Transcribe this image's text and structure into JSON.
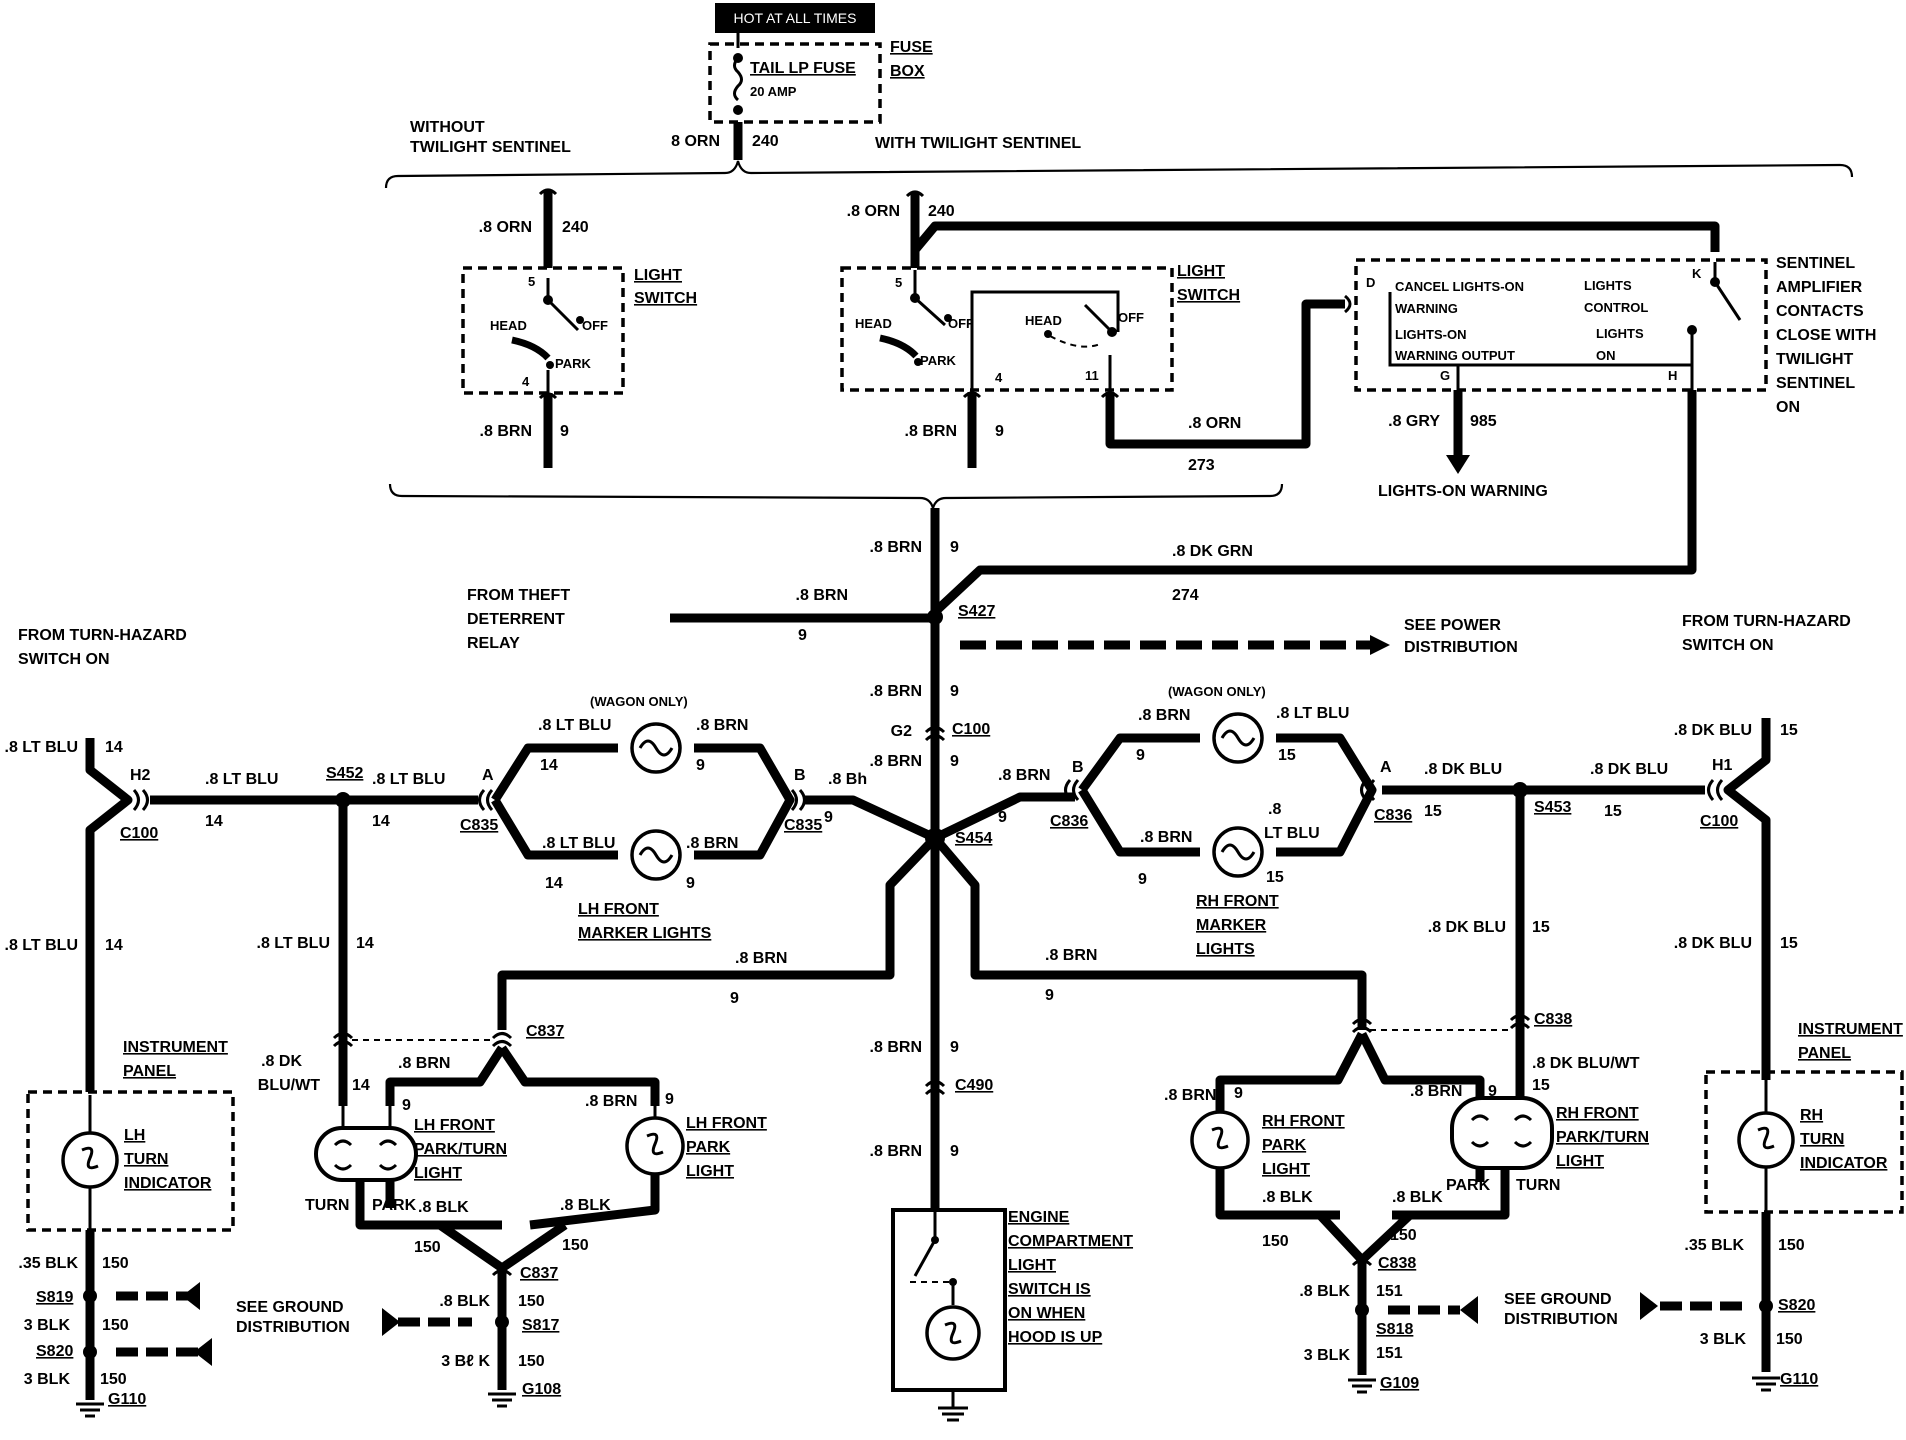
{
  "header": {
    "hot": "HOT AT ALL TIMES",
    "fuse_name": "TAIL LP FUSE",
    "fuse_amp": "20 AMP",
    "fuse_box_1": "FUSE",
    "fuse_box_2": "BOX"
  },
  "feed": {
    "color": "8 ORN",
    "circuit": "240"
  },
  "variants": {
    "without_1": "WITHOUT",
    "without_2": "TWILIGHT SENTINEL",
    "with": "WITH TWILIGHT SENTINEL"
  },
  "switch1": {
    "label_1": "LIGHT",
    "label_2": "SWITCH",
    "head": "HEAD",
    "off": "OFF",
    "park": "PARK",
    "pin_top": "5",
    "pin_bot": "4",
    "in_color": ".8 ORN",
    "in_circuit": "240",
    "out_color": ".8 BRN",
    "out_circuit": "9"
  },
  "switch2": {
    "label_1": "LIGHT",
    "label_2": "SWITCH",
    "head": "HEAD",
    "off": "OFF",
    "head2": "HEAD",
    "off2": "OFF",
    "park": "PARK",
    "pin_top": "5",
    "pin_bot": "4",
    "pin_11": "11",
    "in_color": ".8 ORN",
    "in_circuit": "240",
    "out_color": ".8 BRN",
    "out_circuit": "9",
    "orn_color": ".8 ORN",
    "orn_circuit": "273"
  },
  "sentinel": {
    "l1": "CANCEL LIGHTS-ON",
    "l2": "WARNING",
    "l3": "LIGHTS-ON",
    "l4": "WARNING OUTPUT",
    "r1": "LIGHTS",
    "r2": "CONTROL",
    "r3": "LIGHTS",
    "r4": "ON",
    "pin_d": "D",
    "pin_k": "K",
    "pin_g": "G",
    "pin_h": "H",
    "desc": [
      "SENTINEL",
      "AMPLIFIER",
      "CONTACTS",
      "CLOSE WITH",
      "TWILIGHT",
      "SENTINEL",
      "ON"
    ],
    "gry_color": ".8 GRY",
    "gry_circuit": "985",
    "warning": "LIGHTS-ON WARNING",
    "grn_color": ".8 DK GRN",
    "grn_circuit": "274"
  },
  "center": {
    "brn_color": ".8 BRN",
    "circuit": "9",
    "theft_1": "FROM THEFT",
    "theft_2": "DETERRENT",
    "theft_3": "RELAY",
    "s427": "S427",
    "see_power_1": "SEE POWER",
    "see_power_2": "DISTRIBUTION",
    "g2": "G2",
    "c100": "C100",
    "s454": "S454",
    "c490": "C490",
    "bh": ".8 Bh",
    "engine": [
      "ENGINE",
      "COMPARTMENT",
      "LIGHT",
      "SWITCH IS",
      "ON WHEN",
      "HOOD IS UP"
    ]
  },
  "left": {
    "turn_1": "FROM TURN-HAZARD",
    "turn_2": "SWITCH ON",
    "blu": ".8 LT BLU",
    "c14": "14",
    "h2": "H2",
    "c100": "C100",
    "s452": "S452",
    "a": "A",
    "b": "B",
    "c835": "C835",
    "wagon": "(WAGON ONLY)",
    "brn": ".8 BRN",
    "c9": "9",
    "marker_1": "LH FRONT",
    "marker_2": "MARKER LIGHTS",
    "ip_1": "INSTRUMENT",
    "ip_2": "PANEL",
    "ind_1": "LH",
    "ind_2": "TURN",
    "ind_3": "INDICATOR",
    "dk": ".8 DK",
    "bluwt": "BLU/WT",
    "c837": "C837",
    "pt_1": "LH FRONT",
    "pt_2": "PARK/TURN",
    "pt_3": "LIGHT",
    "turn": "TURN",
    "park": "PARK",
    "pl_1": "LH FRONT",
    "pl_2": "PARK",
    "pl_3": "LIGHT",
    "blk": ".8 BLK",
    "c150": "150",
    "blk35": ".35 BLK",
    "blk3": "3 BLK",
    "blk3b": "3 BLK",
    "blk3c": "3 Bℓ K",
    "s819": "S819",
    "s820": "S820",
    "g110": "G110",
    "s817": "S817",
    "g108": "G108",
    "ground_1": "SEE GROUND",
    "ground_2": "DISTRIBUTION"
  },
  "right": {
    "turn_1": "FROM TURN-HAZARD",
    "turn_2": "SWITCH ON",
    "blu": ".8 DK BLU",
    "c15": "15",
    "h1": "H1",
    "c100": "C100",
    "s453": "S453",
    "a": "A",
    "b": "B",
    "c836": "C836",
    "wagon": "(WAGON ONLY)",
    "brn": ".8 BRN",
    "ltblu": ".8 LT BLU",
    "ltblu_a": ".8",
    "ltblu_b": "LT BLU",
    "c9": "9",
    "marker_1": "RH FRONT",
    "marker_2": "MARKER",
    "marker_3": "LIGHTS",
    "ip_1": "INSTRUMENT",
    "ip_2": "PANEL",
    "ind_1": "RH",
    "ind_2": "TURN",
    "ind_3": "INDICATOR",
    "c838": "C838",
    "bluwt": ".8 DK BLU/WT",
    "pt_1": "RH FRONT",
    "pt_2": "PARK/TURN",
    "pt_3": "LIGHT",
    "turn": "TURN",
    "park": "PARK",
    "pl_1": "RH FRONT",
    "pl_2": "PARK",
    "pl_3": "LIGHT",
    "blk": ".8 BLK",
    "c150": "150",
    "c151": "151",
    "blk35": ".35 BLK",
    "blk3": "3 BLK",
    "s818": "S818",
    "g109": "G109",
    "s820": "S820",
    "g110": "G110",
    "ground_1": "SEE GROUND",
    "ground_2": "DISTRIBUTION"
  }
}
